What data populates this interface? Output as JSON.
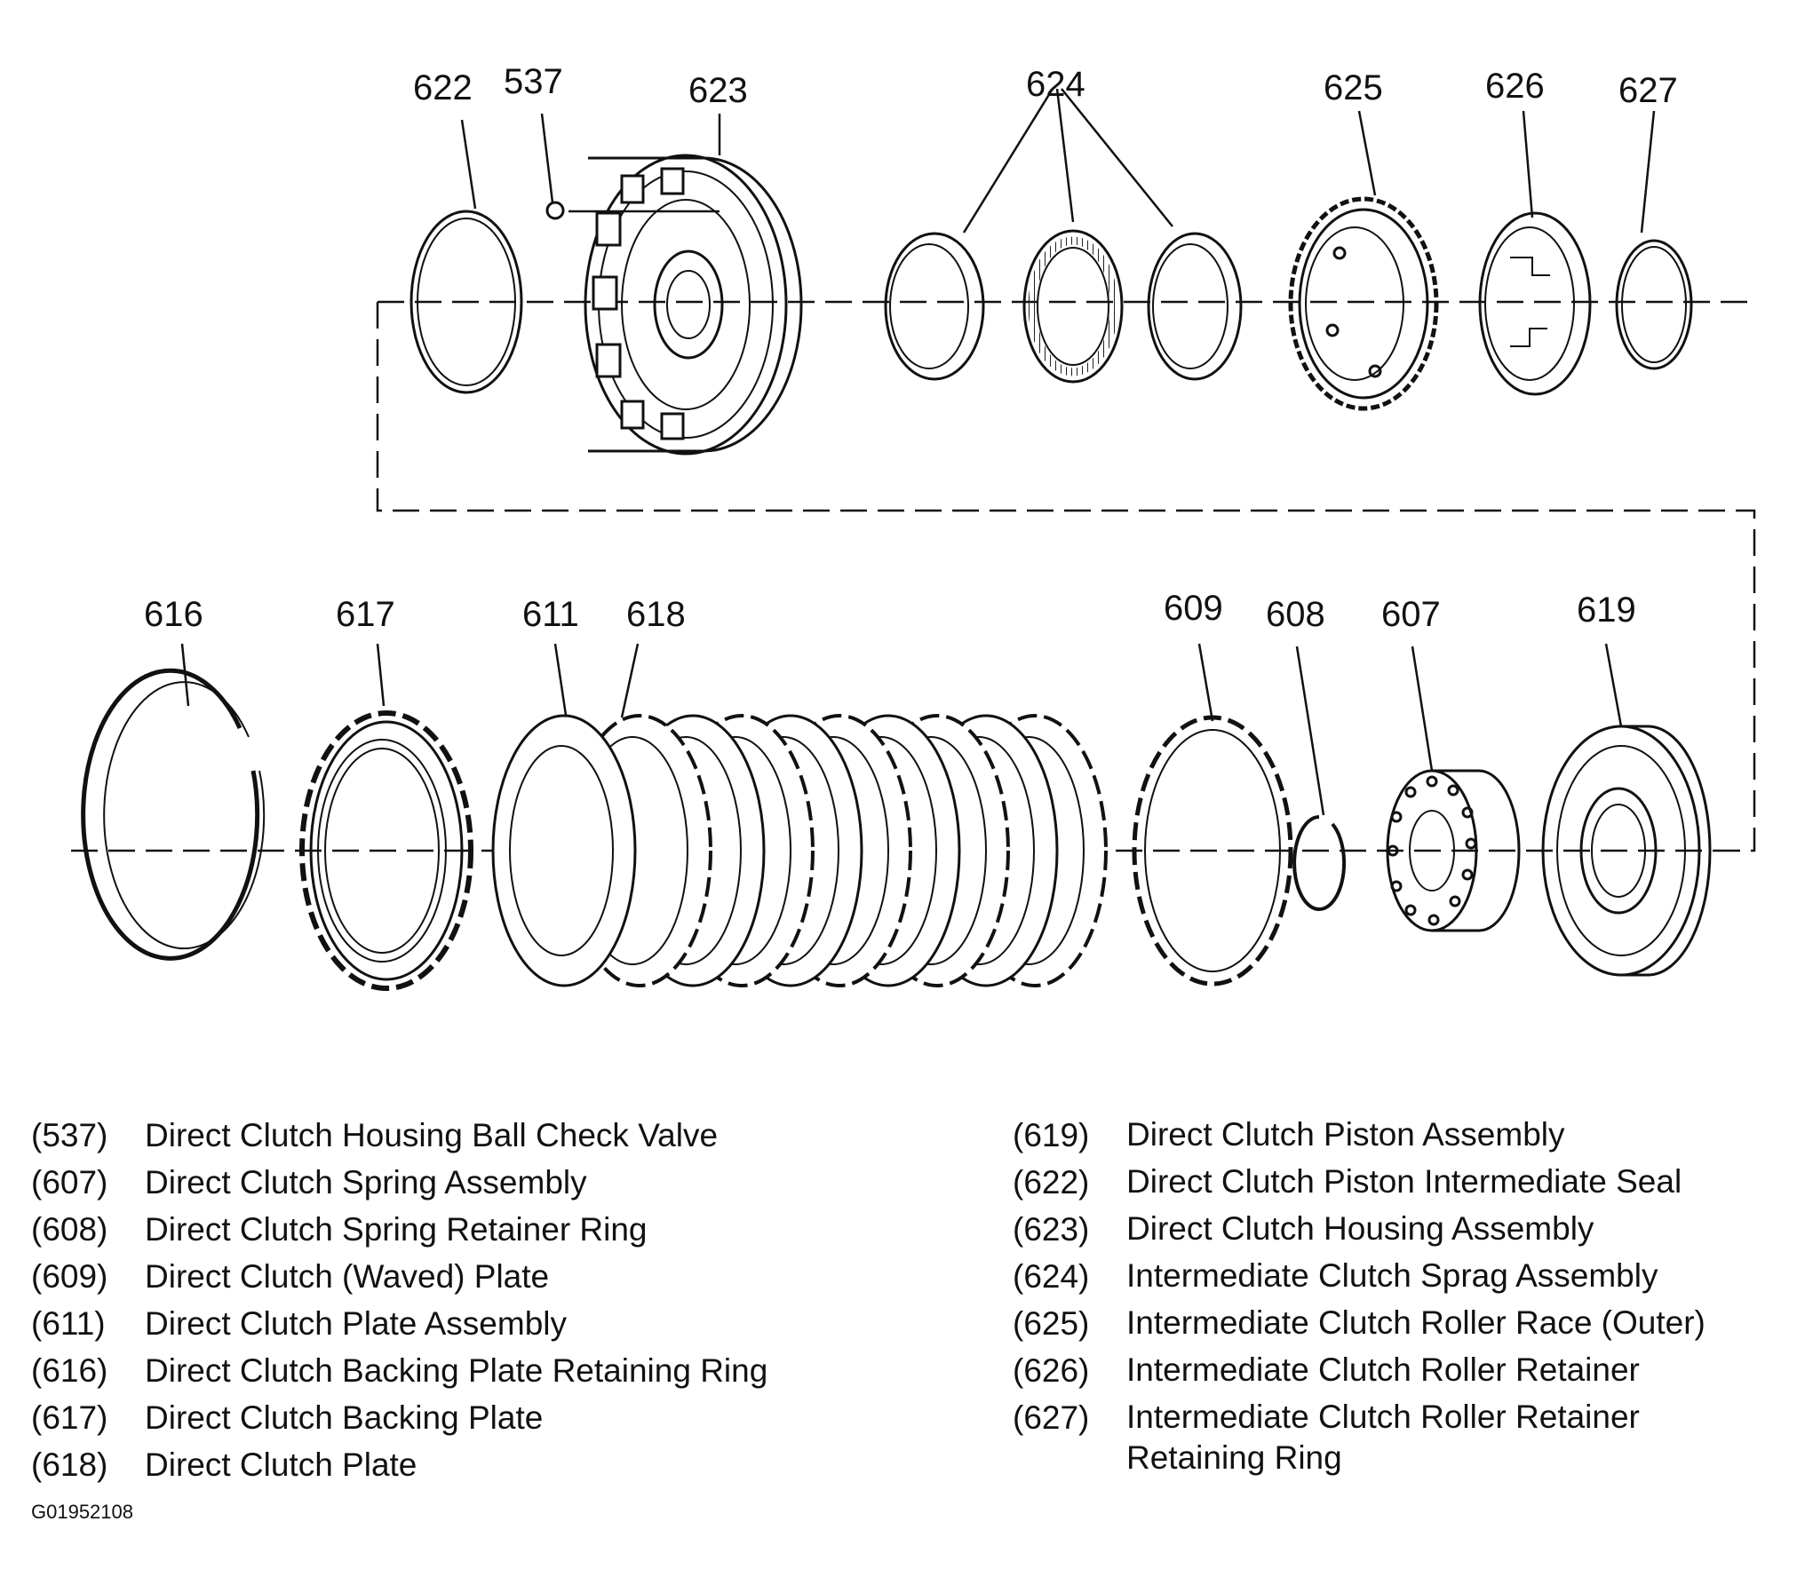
{
  "callouts": {
    "c622": "622",
    "c537": "537",
    "c623": "623",
    "c624": "624",
    "c625": "625",
    "c626": "626",
    "c627": "627",
    "c616": "616",
    "c617": "617",
    "c611": "611",
    "c618": "618",
    "c609": "609",
    "c608": "608",
    "c607": "607",
    "c619": "619"
  },
  "legend": {
    "left": [
      {
        "num": "(537)",
        "text": "Direct Clutch Housing Ball Check Valve"
      },
      {
        "num": "(607)",
        "text": "Direct Clutch Spring Assembly"
      },
      {
        "num": "(608)",
        "text": "Direct Clutch Spring Retainer Ring"
      },
      {
        "num": "(609)",
        "text": "Direct Clutch (Waved) Plate"
      },
      {
        "num": "(611)",
        "text": "Direct Clutch Plate Assembly"
      },
      {
        "num": "(616)",
        "text": "Direct Clutch Backing Plate Retaining Ring"
      },
      {
        "num": "(617)",
        "text": "Direct Clutch Backing Plate"
      },
      {
        "num": "(618)",
        "text": "Direct Clutch Plate"
      }
    ],
    "right": [
      {
        "num": "(619)",
        "text": "Direct Clutch Piston Assembly"
      },
      {
        "num": "(622)",
        "text": "Direct Clutch Piston Intermediate Seal"
      },
      {
        "num": "(623)",
        "text": "Direct Clutch Housing Assembly"
      },
      {
        "num": "(624)",
        "text": "Intermediate Clutch Sprag Assembly"
      },
      {
        "num": "(625)",
        "text": "Intermediate Clutch Roller Race (Outer)"
      },
      {
        "num": "(626)",
        "text": "Intermediate Clutch Roller Retainer"
      },
      {
        "num": "(627)",
        "text": "Intermediate Clutch Roller Retainer Retaining Ring"
      }
    ]
  },
  "figure_code": "G01952108"
}
